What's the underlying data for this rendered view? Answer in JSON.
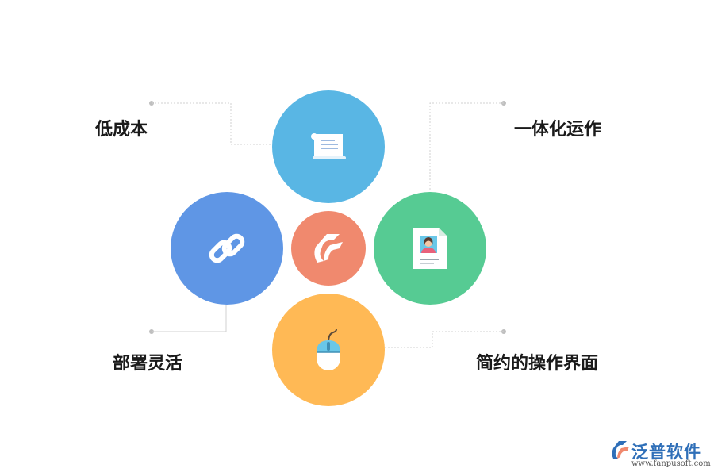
{
  "features": [
    {
      "id": "low-cost",
      "label": "低成本",
      "icon": "scroll-icon",
      "color": "#59b6e4"
    },
    {
      "id": "integrated",
      "label": "一体化运作",
      "icon": "id-card-document-icon",
      "color": "#56cb93"
    },
    {
      "id": "flexible",
      "label": "部署灵活",
      "icon": "chain-link-icon",
      "color": "#5f96e5"
    },
    {
      "id": "simple-ui",
      "label": "简约的操作界面",
      "icon": "mouse-icon",
      "color": "#ffb955"
    }
  ],
  "center": {
    "icon": "fanpu-logo-icon",
    "color": "#f0896e"
  },
  "brand": {
    "name": "泛普软件",
    "url": "www.fanpusoft.com",
    "color": "#2f6fb8"
  }
}
